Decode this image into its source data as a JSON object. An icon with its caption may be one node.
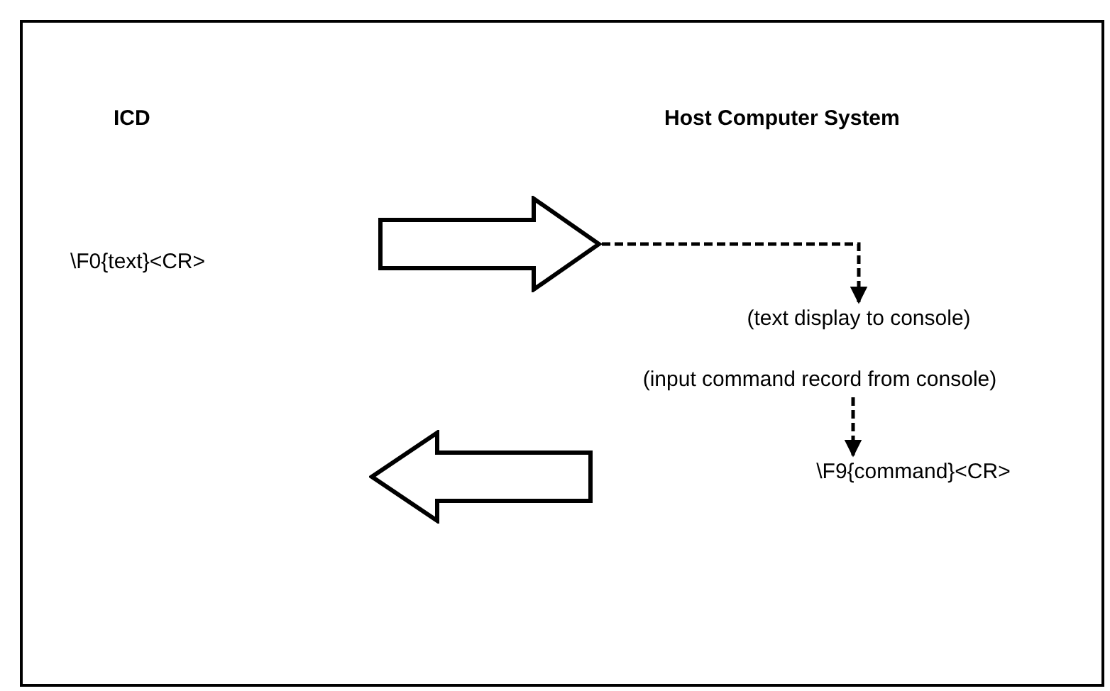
{
  "diagram": {
    "nodes": [
      {
        "text": [
          "\\F0{text}<CR>"
        ]
      },
      {
        "text": [],
        "shape": "arrow"
      },
      {
        "text": [
          "(text display to console)"
        ]
      },
      {
        "text": [
          "(input command record from console)"
        ]
      },
      {
        "text": [
          "\\F9{command}<CR>"
        ]
      },
      {
        "text": [],
        "shape": "arrow"
      }
    ],
    "edges": [
      {
        "from": 1,
        "to": 2,
        "arrow": "to",
        "style": "dashed"
      },
      {
        "from": 3,
        "to": 4,
        "arrow": "to",
        "style": "dashed"
      }
    ],
    "labels": [
      "ICD",
      "Host Computer System"
    ]
  }
}
